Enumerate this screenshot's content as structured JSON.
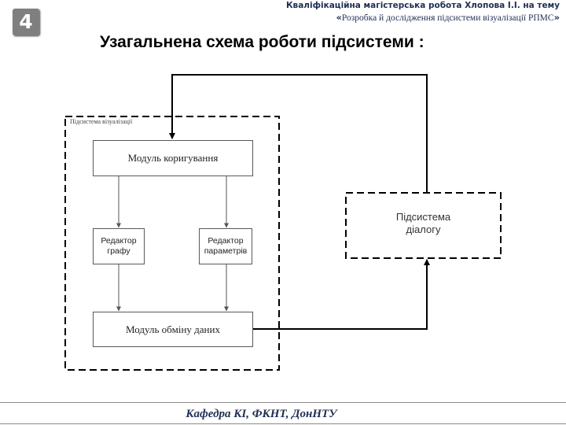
{
  "header": {
    "slide_number": "4",
    "line1": "Кваліфікаційна магістерська робота Хлопова І.І. на тему",
    "open_quote": "«",
    "line2": "Розробка й дослідження підсистеми візуалізації РПМС",
    "close_quote": "»"
  },
  "title": "Узагальнена схема роботи підсистеми :",
  "diagram": {
    "container_label": "Підсистема візуалізації",
    "nodes": {
      "correction": "Модуль коригування",
      "graph_editor": [
        "Редактор",
        "графу"
      ],
      "param_editor": [
        "Редактор",
        "параметрів"
      ],
      "exchange": "Модуль обміну даних",
      "dialog": [
        "Підсистема",
        "діалогу"
      ]
    }
  },
  "footer": "Кафедра КІ,  ФКНТ,  ДонНТУ",
  "colors": {
    "header_text": "#1f2e55",
    "badge": "#7f7f7f",
    "rule": "#8c8c8c"
  }
}
